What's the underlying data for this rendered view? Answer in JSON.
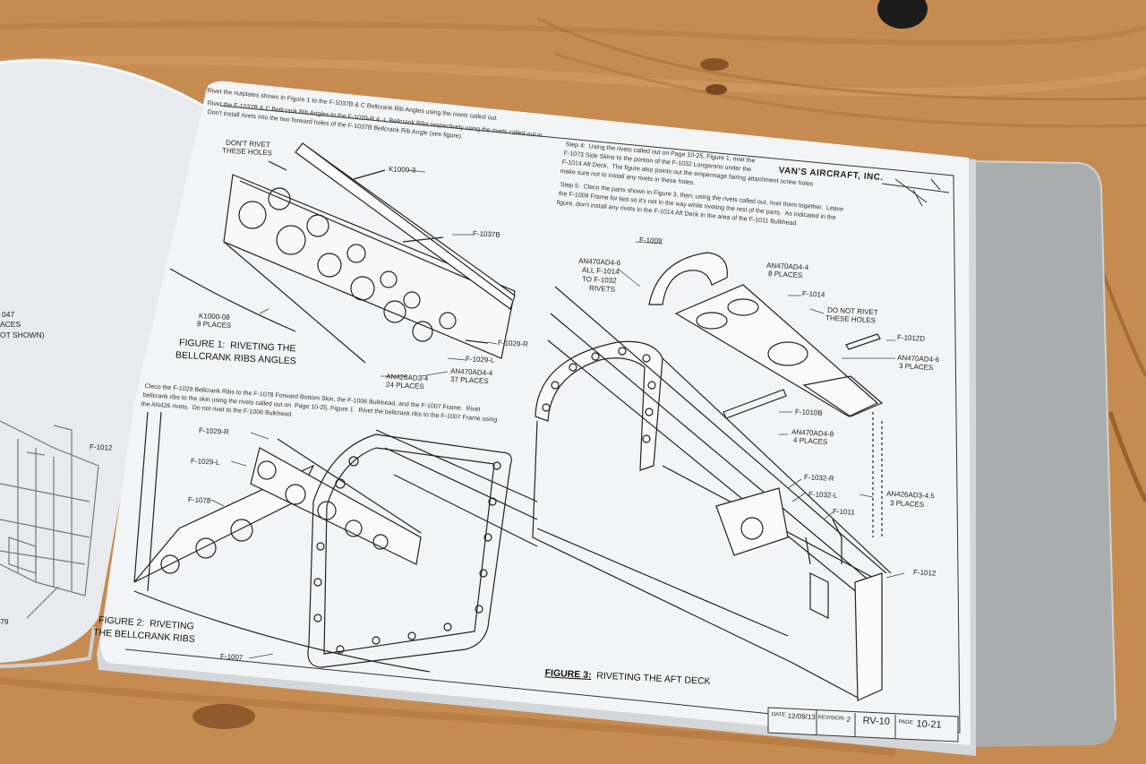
{
  "header": {
    "company": "VAN'S AIRCRAFT, INC."
  },
  "instructions": {
    "top_1": "Rivet the nutplates shown in Figure 1 to the F-1037B & C Bellcrank Rib Angles using the rivets called out.",
    "top_2": "Rivet the F-1037B & C Bellcrank Rib Angles to the F-1029-R & -L Bellcrank Ribs respectively using the rivets called out in",
    "top_3": "Don't install rivets into the two forward holes of the F-1037B Bellcrank Rib Angle (see figure).",
    "step4_1": "Step 4:  Using the rivets called out on Page 10-25, Figure 1, rivet the",
    "step4_2": "F-1073 Side Skins to the portion of the F-1032 Longerons under the",
    "step4_3": "F-1014 Aft Deck.  The figure also points out the empennage fairing attachment screw holes",
    "step4_4": "make sure not to install any rivets in these holes.",
    "step5_1": "Step 5:  Cleco the parts shown in Figure 3, then, using the rivets called out, rivet them together.  Leave",
    "step5_2": "the F-1009 Frame for last so it's not in the way while riveting the rest of the parts.  As indicated in the",
    "step5_3": "figure, don't install any rivets in the F-1014 Aft Deck in the area of the F-1011 Bulkhead.",
    "fig2_1": "Cleco the F-1029 Bellcrank Ribs to the F-1078 Forward Bottom Skin, the F-1006 Bulkhead, and the F-1007 Frame.  Rivet",
    "fig2_2": "bellcrank ribs to the skin using the rivets called out on  Page 10-25, Figure 1.  Rivet the bellcrank ribs to the F-1007 Frame using",
    "fig2_3": "the AN426 rivets.  Do not rivet to the F-1006 Bulkhead."
  },
  "figures": {
    "fig1_title_1": "FIGURE 1:  RIVETING THE",
    "fig1_title_2": "BELLCRANK RIBS ANGLES",
    "fig2_title_1": "FIGURE 2:  RIVETING",
    "fig2_title_2": "THE BELLCRANK RIBS",
    "fig3_title_a": "FIGURE 3:",
    "fig3_title_b": "  RIVETING THE AFT DECK"
  },
  "callouts": {
    "dont_rivet_1": "DON'T RIVET",
    "dont_rivet_2": "THESE HOLES",
    "k1000_3": "K1000-3",
    "f1037b": "F-1037B",
    "k1000_08_1": "K1000-08",
    "k1000_08_2": "8 PLACES",
    "f1029r": "F-1029-R",
    "f1029l": "F-1029-L",
    "an470ad4_4_a": "AN470AD4-4",
    "an470ad4_4_a_qty": "37 PLACES",
    "an426ad3_4": "AN426AD3-4",
    "an426ad3_4_qty": "24 PLACES",
    "fig2_f1029r": "F-1029-R",
    "fig2_f1029l": "F-1029-L",
    "fig2_f1078": "F-1078",
    "fig2_f1007": "F-1007",
    "f1009": "F-1009",
    "an470ad4_6_1": "AN470AD4-6",
    "an470ad4_6_2": "ALL F-1014",
    "an470ad4_6_3": "TO F-1032",
    "an470ad4_6_4": "RIVETS",
    "an470ad4_4_b": "AN470AD4-4",
    "an470ad4_4_b_qty": "8 PLACES",
    "f1014": "F-1014",
    "do_not_rivet_1": "DO NOT RIVET",
    "do_not_rivet_2": "THESE HOLES",
    "f1012d": "F-1012D",
    "an470ad4_6b": "AN470AD4-6",
    "an470ad4_6b_qty": "3 PLACES",
    "f1010b": "F-1010B",
    "an470ad4_8": "AN470AD4-8",
    "an470ad4_8_qty": "4 PLACES",
    "f1032r": "F-1032-R",
    "f1032l": "F-1032-L",
    "an426ad3_45": "AN426AD3-4.5",
    "an426ad3_45_qty": "3 PLACES",
    "f1011": "F-1011",
    "f1012_right": "F-1012",
    "f1012_left": "F-1012"
  },
  "left_page": {
    "partial_1": "047",
    "partial_2": "ACES",
    "partial_3": "OT SHOWN)",
    "partial_4": "79"
  },
  "title_block": {
    "date_label": "DATE:",
    "date": "12/09/13",
    "revision_label": "REVISION:",
    "revision": "2",
    "model": "RV-10",
    "page_label": "PAGE",
    "page": "10-21"
  }
}
